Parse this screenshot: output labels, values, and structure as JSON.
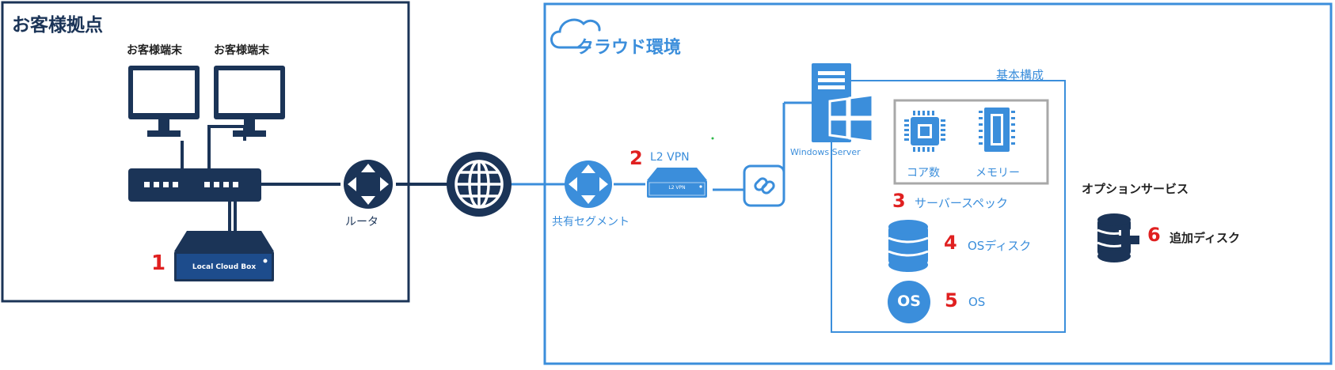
{
  "customer_site": {
    "title": "お客様拠点",
    "terminal_label_1": "お客様端末",
    "terminal_label_2": "お客様端末",
    "router_label": "ルータ",
    "box_label": "Local Cloud Box",
    "box_number": "1"
  },
  "cloud": {
    "title": "クラウド環境",
    "shared_segment_label": "共有セグメント",
    "vpn_number": "2",
    "vpn_label": "L2 VPN",
    "vpn_device_label": "L2 VPN",
    "server_label": "Windows Server",
    "basic_config_label": "基本構成",
    "core_label": "コア数",
    "memory_label": "メモリー",
    "spec_number": "3",
    "spec_label": "サーバースペック",
    "disk_number": "4",
    "disk_label": "OSディスク",
    "os_icon_text": "OS",
    "os_number": "5",
    "os_label": "OS"
  },
  "options": {
    "title": "オプションサービス",
    "add_disk_number": "6",
    "add_disk_label": "追加ディスク"
  },
  "colors": {
    "navy": "#1b3457",
    "blue": "#3b8edb",
    "red": "#e02020",
    "gray_frame": "#a8a8a8"
  }
}
